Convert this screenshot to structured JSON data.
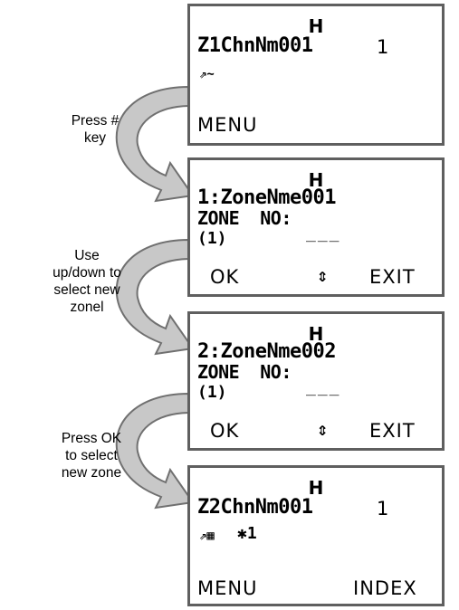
{
  "annotations": [
    {
      "id": "step1",
      "text_line1": "Press #",
      "text_line2": "key",
      "text_line3": "",
      "text_line4": ""
    },
    {
      "id": "step2",
      "text_line1": "Use",
      "text_line2": "up/down to",
      "text_line3": "select new",
      "text_line4": "zonel"
    },
    {
      "id": "step3",
      "text_line1": "Press OK",
      "text_line2": "to select",
      "text_line3": "new zone",
      "text_line4": ""
    }
  ],
  "screens": [
    {
      "header": "H",
      "line1": "Z1ChnNm001",
      "line1_value": "1",
      "status_icons": "⇗∼",
      "softkey_left": "MENU",
      "softkey_right": ""
    },
    {
      "header": "H",
      "line1": "1:ZoneNme001",
      "line2": "ZONE  NO:",
      "line3": "(1)",
      "entry": "___",
      "softkey_left": "OK",
      "nav_icon": "⇕",
      "softkey_right": "EXIT"
    },
    {
      "header": "H",
      "line1": "2:ZoneNme002",
      "line2": "ZONE  NO:",
      "line3": "(1)",
      "entry": "___",
      "softkey_left": "OK",
      "nav_icon": "⇕",
      "softkey_right": "EXIT"
    },
    {
      "header": "H",
      "line1": "Z2ChnNm001",
      "line1_value": "1",
      "status_icons": "⇗▦",
      "status_extra": "✱1",
      "softkey_left": "MENU",
      "softkey_right": "INDEX"
    }
  ],
  "colors": {
    "border": "#5f5f5f",
    "arrow_fill": "#c8c8c8",
    "arrow_stroke": "#707070"
  }
}
